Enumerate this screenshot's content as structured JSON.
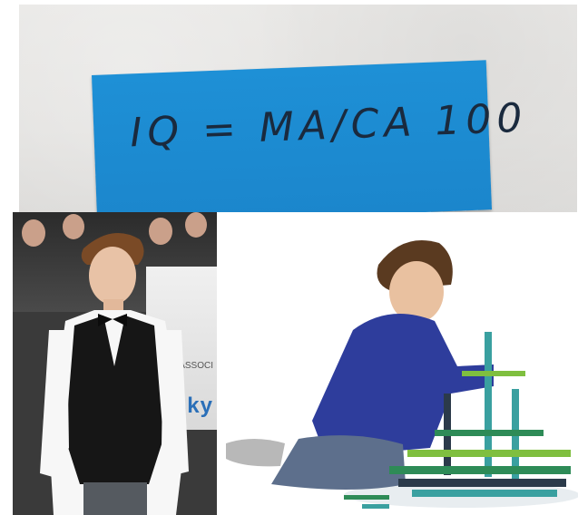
{
  "top_panel": {
    "note_text": "IQ = MA/CA 100",
    "note_color": "#1e90d6",
    "ink_color": "#1a2a3e"
  },
  "left_panel": {
    "sign_text": "sky",
    "sign_small_text": "ASSOCI",
    "sign_color": "#2a6fb8"
  },
  "right_panel": {
    "shirt_color": "#2e3d9c",
    "block_colors": [
      "#2e8b57",
      "#3aa0a0",
      "#7fbf3f",
      "#2b3a4a"
    ]
  }
}
